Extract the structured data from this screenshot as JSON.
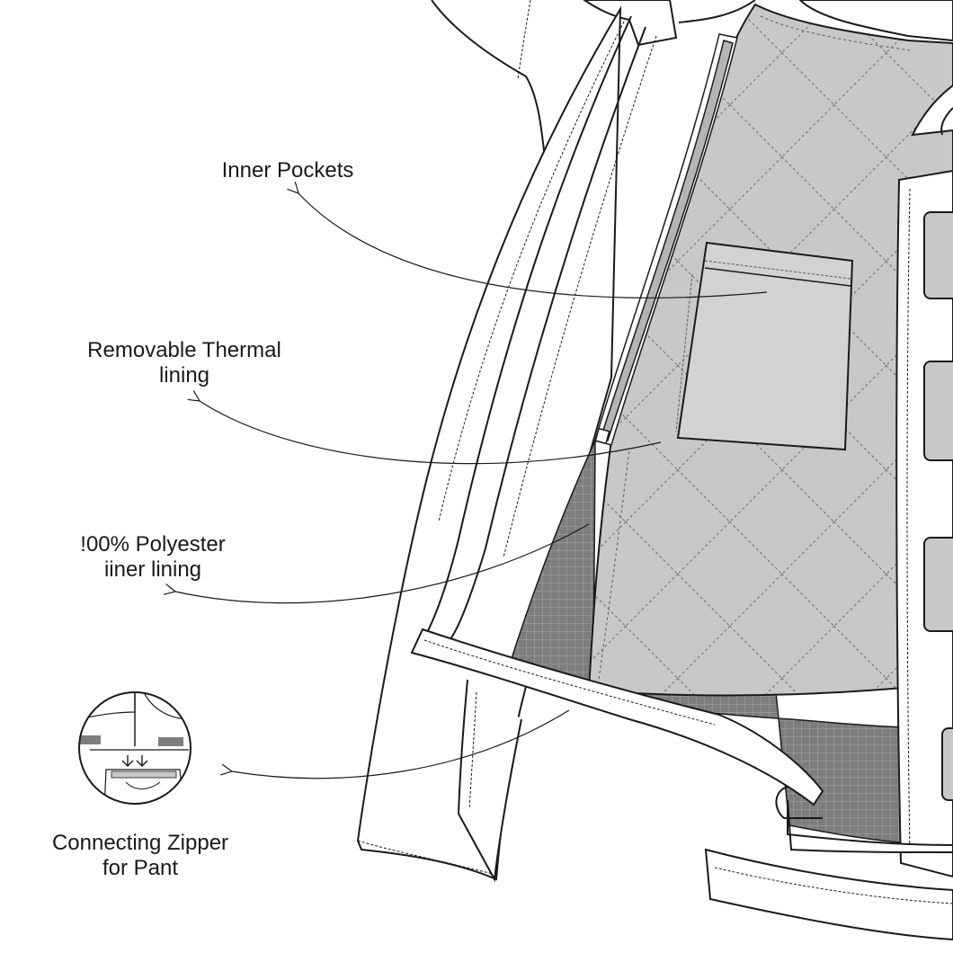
{
  "labels": {
    "inner_pockets": "Inner Pockets",
    "thermal_line1": "Removable  Thermal",
    "thermal_line2": "lining",
    "polyester_line1": "!00% Polyester",
    "polyester_line2": "iiner lining",
    "zipper_line1": "Connecting Zipper",
    "zipper_line2": "for Pant"
  },
  "colors": {
    "outline": "#1a1a1a",
    "thermal_lining": "#c8c8c8",
    "pocket": "#d2d2d2",
    "mesh_lining": "#7d7d7d",
    "zipper_tape": "#b4b4b4",
    "background": "#ffffff"
  }
}
